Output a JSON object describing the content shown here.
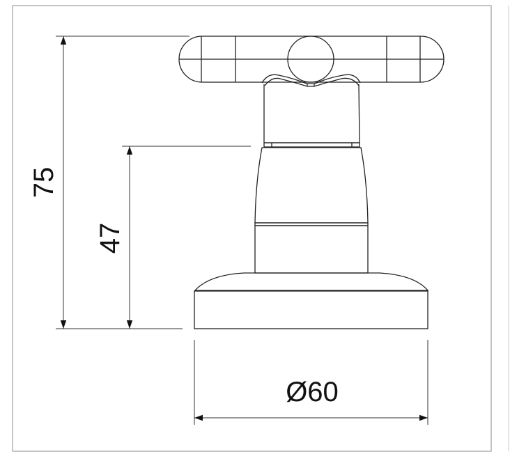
{
  "drawing": {
    "dimensions": {
      "total_height": "75",
      "body_height": "47",
      "base_diameter": "Ø60"
    }
  }
}
